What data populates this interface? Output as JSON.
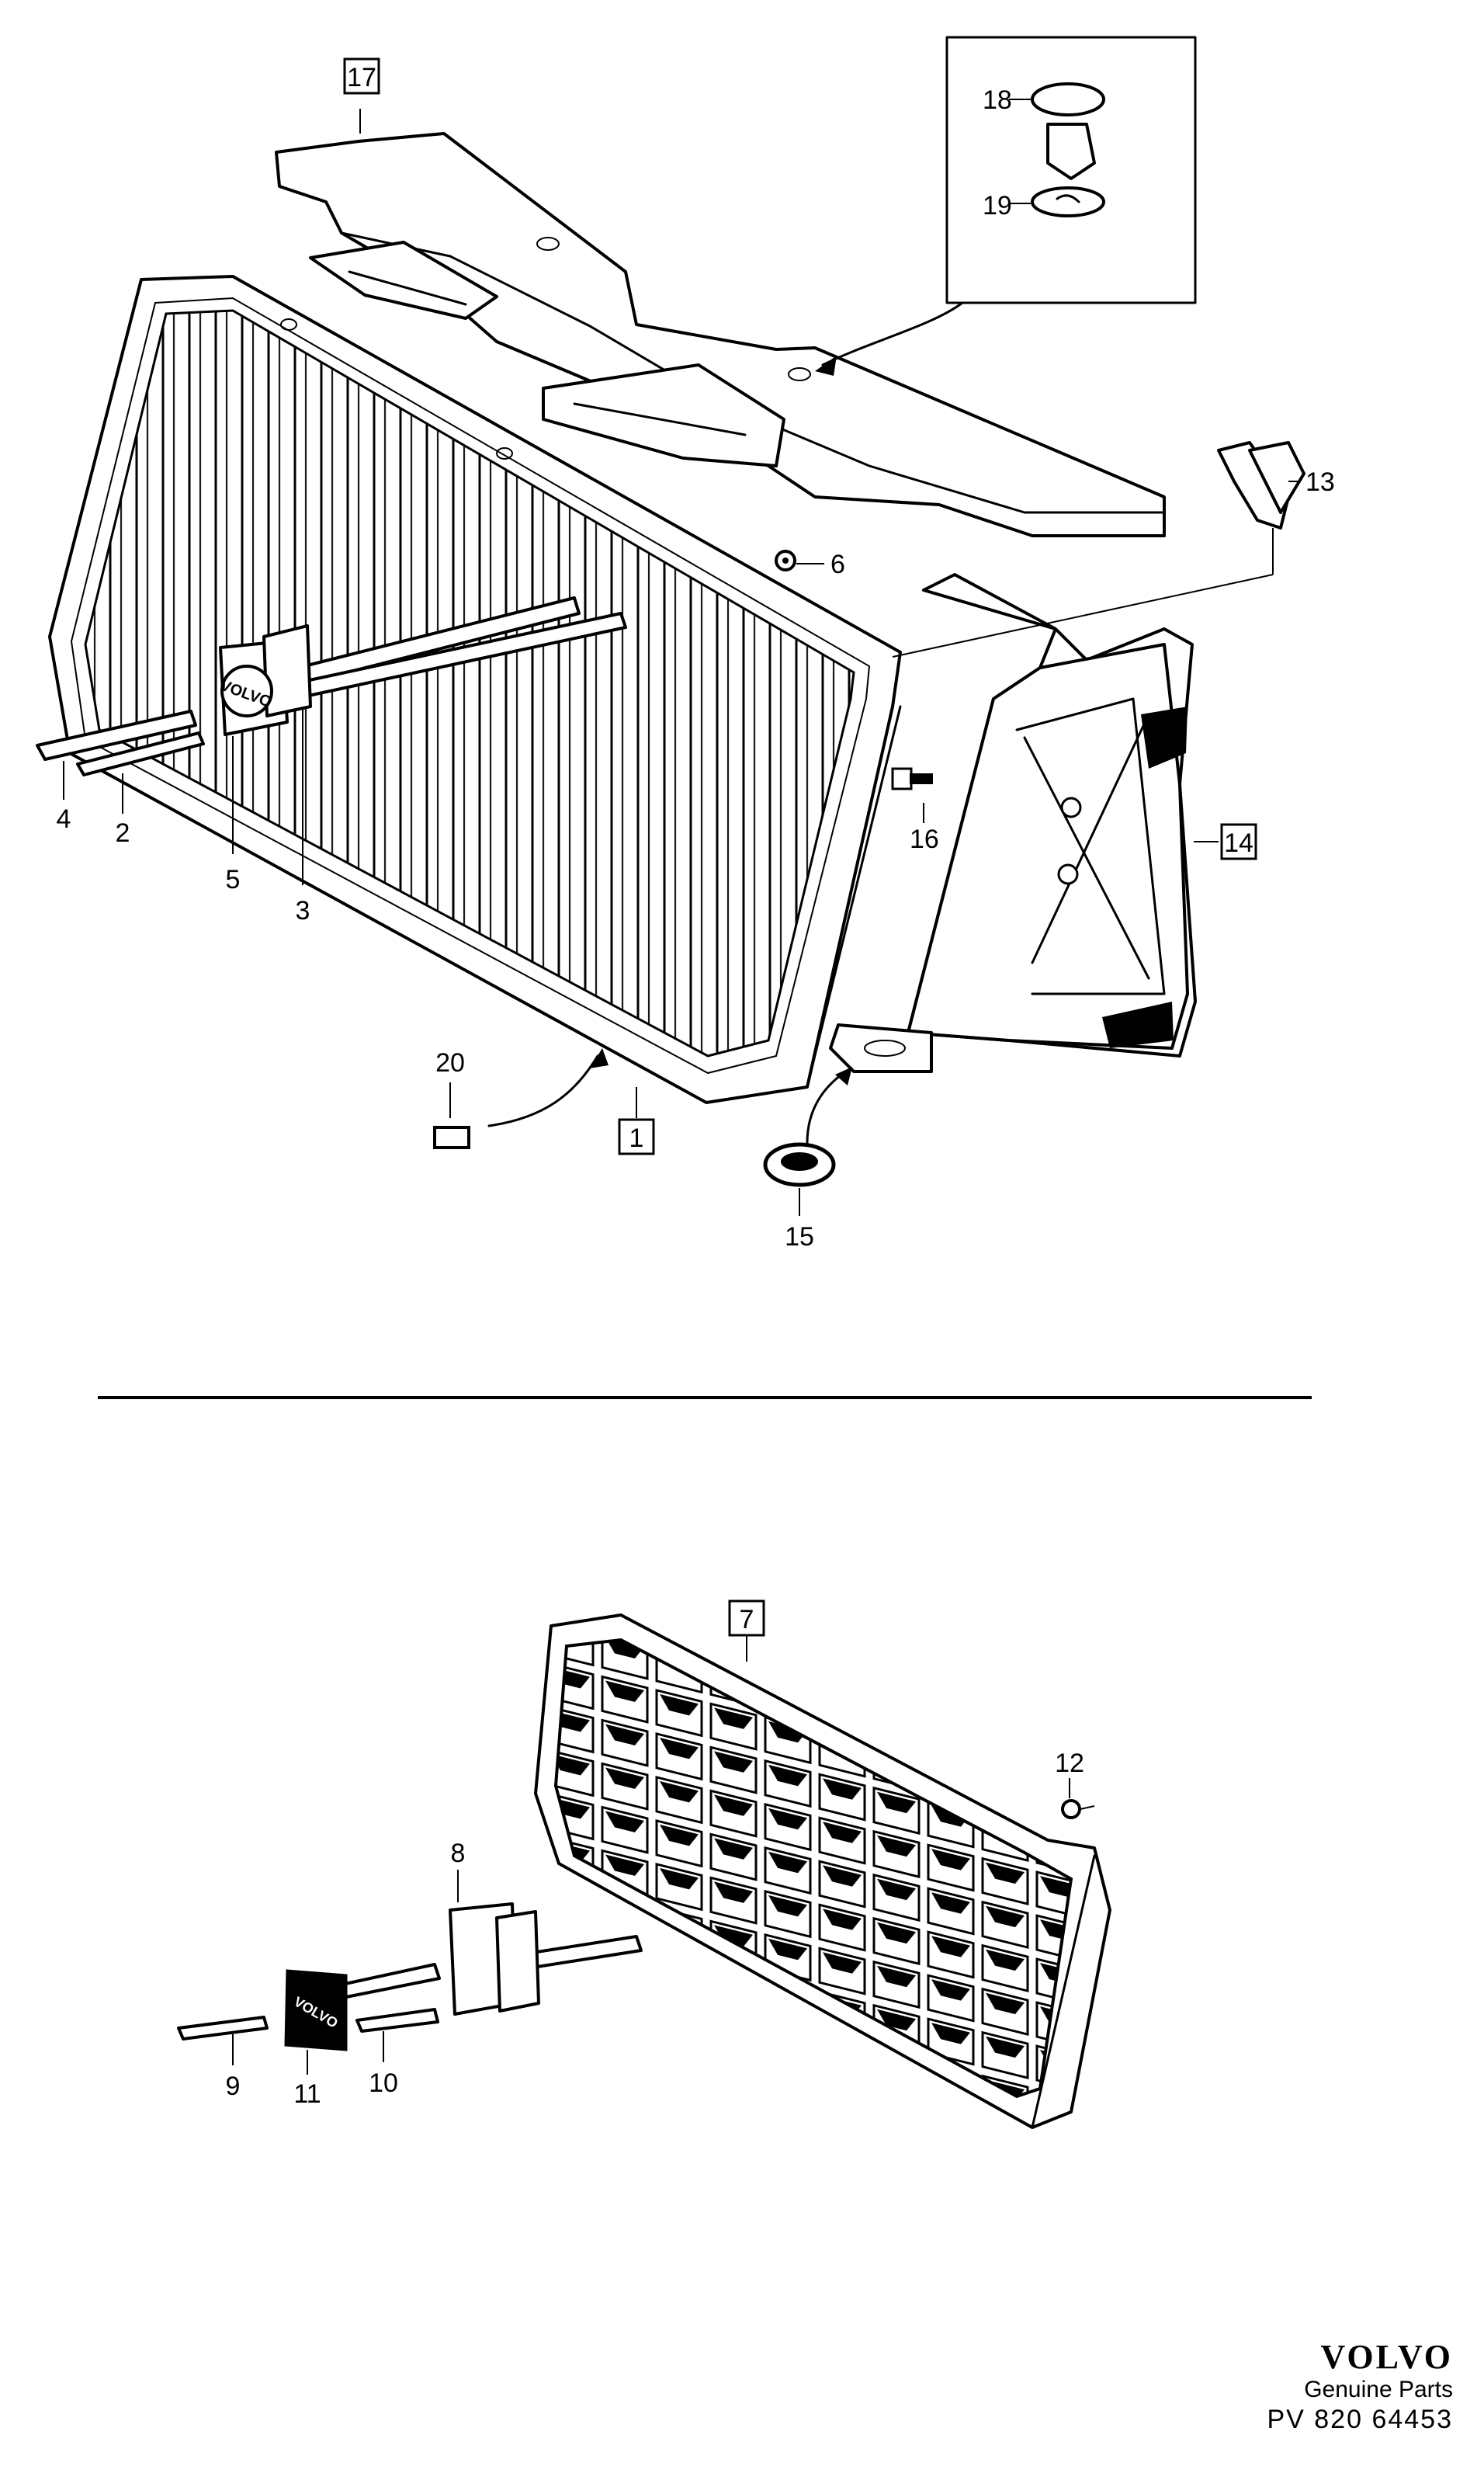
{
  "callouts": {
    "c1": "1",
    "c2": "2",
    "c3": "3",
    "c4": "4",
    "c5": "5",
    "c6": "6",
    "c7": "7",
    "c8": "8",
    "c9": "9",
    "c10": "10",
    "c11": "11",
    "c12": "12",
    "c13": "13",
    "c14": "14",
    "c15": "15",
    "c16": "16",
    "c17": "17",
    "c18": "18",
    "c19": "19",
    "c20": "20"
  },
  "emblem_text": "VOLVO",
  "branding": {
    "logo": "VOLVO",
    "subtitle": "Genuine Parts",
    "reference": "PV 820 64453"
  },
  "colors": {
    "line": "#000000",
    "background": "#ffffff"
  }
}
